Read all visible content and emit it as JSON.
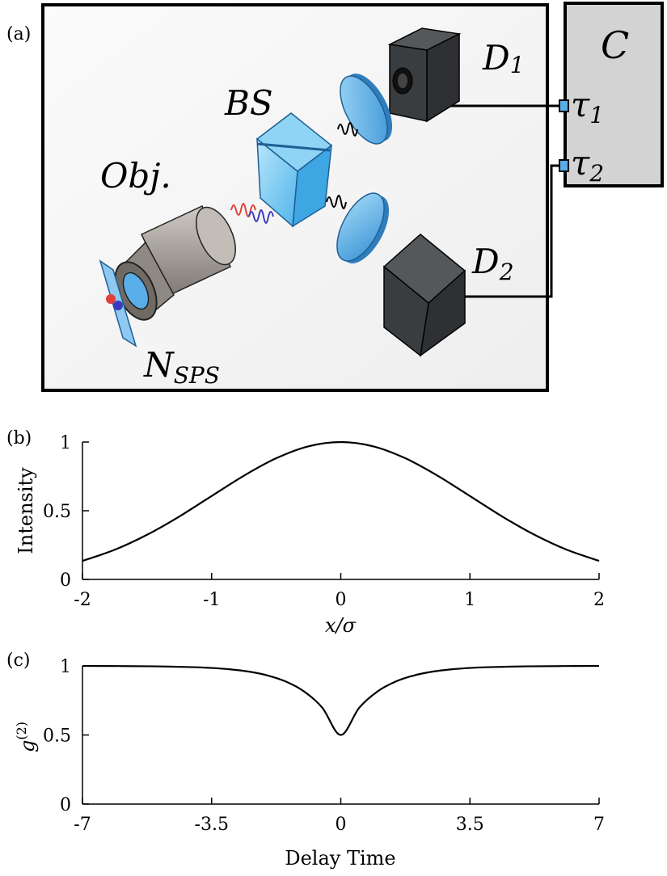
{
  "panels": {
    "a": "(a)",
    "b": "(b)",
    "c": "(c)"
  },
  "diagram": {
    "label_obj": "Obj.",
    "label_bs": "BS",
    "label_d1_main": "D",
    "label_d1_sub": "1",
    "label_d2_main": "D",
    "label_d2_sub": "2",
    "label_c": "C",
    "label_tau1_main": "τ",
    "label_tau1_sub": "1",
    "label_tau2_main": "τ",
    "label_tau2_sub": "2",
    "label_nsps_main": "N",
    "label_nsps_sub": "SPS",
    "colors": {
      "cube": "#3a3d40",
      "splitter": "#6cc6f0",
      "lens": "#5aaee8",
      "objective": "#a6a19a",
      "counter_box": "#d3d3d3",
      "wave_red": "#e0403a",
      "wave_blue": "#3a3ac0"
    }
  },
  "chart_data": [
    {
      "type": "line",
      "panel": "(b)",
      "title": "",
      "xlabel": "x/σ",
      "ylabel": "Intensity",
      "xlim": [
        -2,
        2
      ],
      "ylim": [
        0,
        1
      ],
      "xticks": [
        -2,
        -1,
        0,
        1,
        2
      ],
      "xtick_labels": [
        "-2",
        "-1",
        "0",
        "1",
        "2"
      ],
      "yticks": [
        0,
        0.5,
        1
      ],
      "ytick_labels": [
        "0",
        "0.5",
        "1"
      ],
      "grid": false,
      "series": [
        {
          "x": [
            -2.0,
            -1.75,
            -1.5,
            -1.25,
            -1.0,
            -0.75,
            -0.5,
            -0.25,
            0.0,
            0.25,
            0.5,
            0.75,
            1.0,
            1.25,
            1.5,
            1.75,
            2.0
          ],
          "values": [
            0.135,
            0.216,
            0.325,
            0.458,
            0.607,
            0.755,
            0.882,
            0.969,
            1.0,
            0.969,
            0.882,
            0.755,
            0.607,
            0.458,
            0.325,
            0.216,
            0.135
          ]
        }
      ]
    },
    {
      "type": "line",
      "panel": "(c)",
      "title": "",
      "xlabel": "Delay Time",
      "ylabel": "g(2)",
      "ylabel_main": "g",
      "ylabel_sup": "(2)",
      "xlim": [
        -7,
        7
      ],
      "ylim": [
        0,
        1
      ],
      "xticks": [
        -7,
        -3.5,
        0,
        3.5,
        7
      ],
      "xtick_labels": [
        "-7",
        "-3.5",
        "0",
        "3.5",
        "7"
      ],
      "yticks": [
        0,
        0.5,
        1
      ],
      "ytick_labels": [
        "0",
        "0.5",
        "1"
      ],
      "grid": false,
      "series": [
        {
          "x": [
            -7.0,
            -6.0,
            -5.0,
            -4.0,
            -3.5,
            -3.0,
            -2.5,
            -2.0,
            -1.5,
            -1.0,
            -0.5,
            0.0,
            0.5,
            1.0,
            1.5,
            2.0,
            2.5,
            3.0,
            3.5,
            4.0,
            5.0,
            6.0,
            7.0
          ],
          "values": [
            0.9995,
            0.9988,
            0.9966,
            0.9908,
            0.9849,
            0.975,
            0.959,
            0.932,
            0.888,
            0.816,
            0.697,
            0.5,
            0.697,
            0.816,
            0.888,
            0.932,
            0.959,
            0.975,
            0.9849,
            0.9908,
            0.9966,
            0.9988,
            0.9995
          ]
        }
      ]
    }
  ]
}
